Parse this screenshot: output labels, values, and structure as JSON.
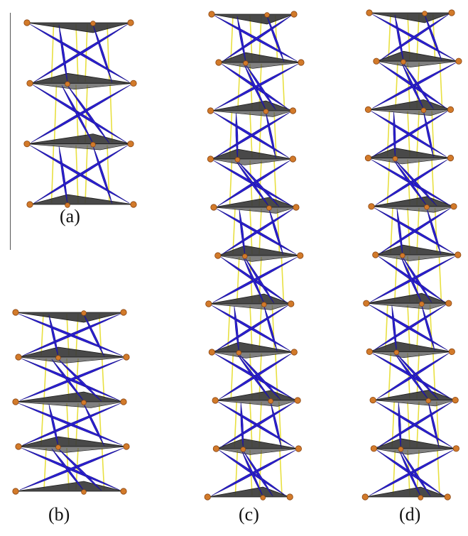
{
  "figure": {
    "panels": [
      {
        "id": "a",
        "label": "(a)",
        "stages": 3
      },
      {
        "id": "b",
        "label": "(b)",
        "stages": 4
      },
      {
        "id": "c",
        "label": "(c)",
        "stages": 10
      },
      {
        "id": "d",
        "label": "(d)",
        "stages": 10
      }
    ],
    "colors": {
      "plate": "#3a3a3a",
      "plate_edge": "#1a1a1a",
      "strut": "#2b1fd1",
      "string": "#e8e040",
      "node": "#d27a2a",
      "node_edge": "#8a4410"
    }
  }
}
